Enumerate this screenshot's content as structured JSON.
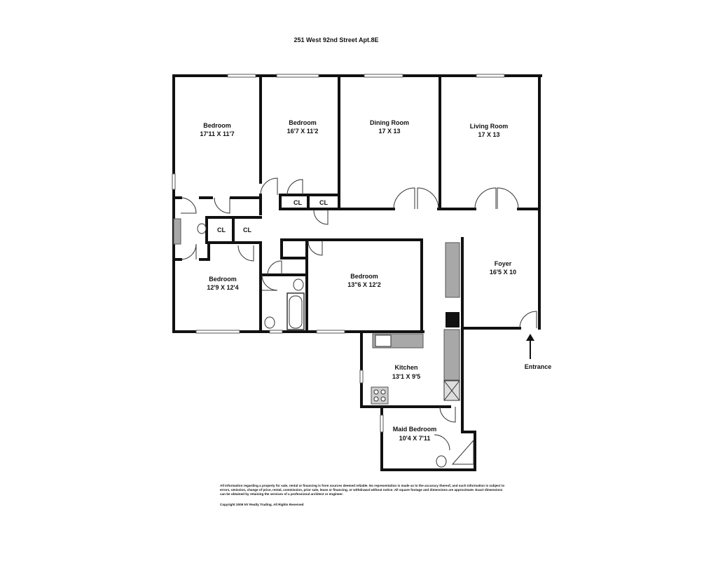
{
  "title": "251 West 92nd Street Apt.8E",
  "rooms": [
    {
      "name": "Bedroom",
      "dims": "17'11 X 11'7"
    },
    {
      "name": "Bedroom",
      "dims": "16'7 X 11'2"
    },
    {
      "name": "Dining Room",
      "dims": "17 X 13"
    },
    {
      "name": "Living Room",
      "dims": "17 X 13"
    },
    {
      "name": "Foyer",
      "dims": "16'5 X 10"
    },
    {
      "name": "Bedroom",
      "dims": "12'9 X 12'4"
    },
    {
      "name": "Bedroom",
      "dims": "13\"6 X 12'2"
    },
    {
      "name": "Kitchen",
      "dims": "13'1 X 9'5"
    },
    {
      "name": "Maid Bedroom",
      "dims": "10'4 X 7'11"
    }
  ],
  "closets": [
    "CL",
    "CL",
    "CL",
    "CL"
  ],
  "entrance_label": "Entrance",
  "disclaimer": "All information regarding a property for sale, rental or financing is from sources deemed reliable. No representation is made as to the accuracy thereof, and such information is subject to errors, omission, change of price, rental, commission, prior sale, lease or financing, or withdrawal without notice. All square footage and dimensions are approximate. Exact dimensions can be obtained by retaining the services of a professional architect or engineer.",
  "copyright": "Copyright 2009 NY Realty Trading. All Rights Reserved",
  "colors": {
    "wall": "#111111",
    "fixture_gray": "#a8a8a8",
    "line": "#333333"
  }
}
